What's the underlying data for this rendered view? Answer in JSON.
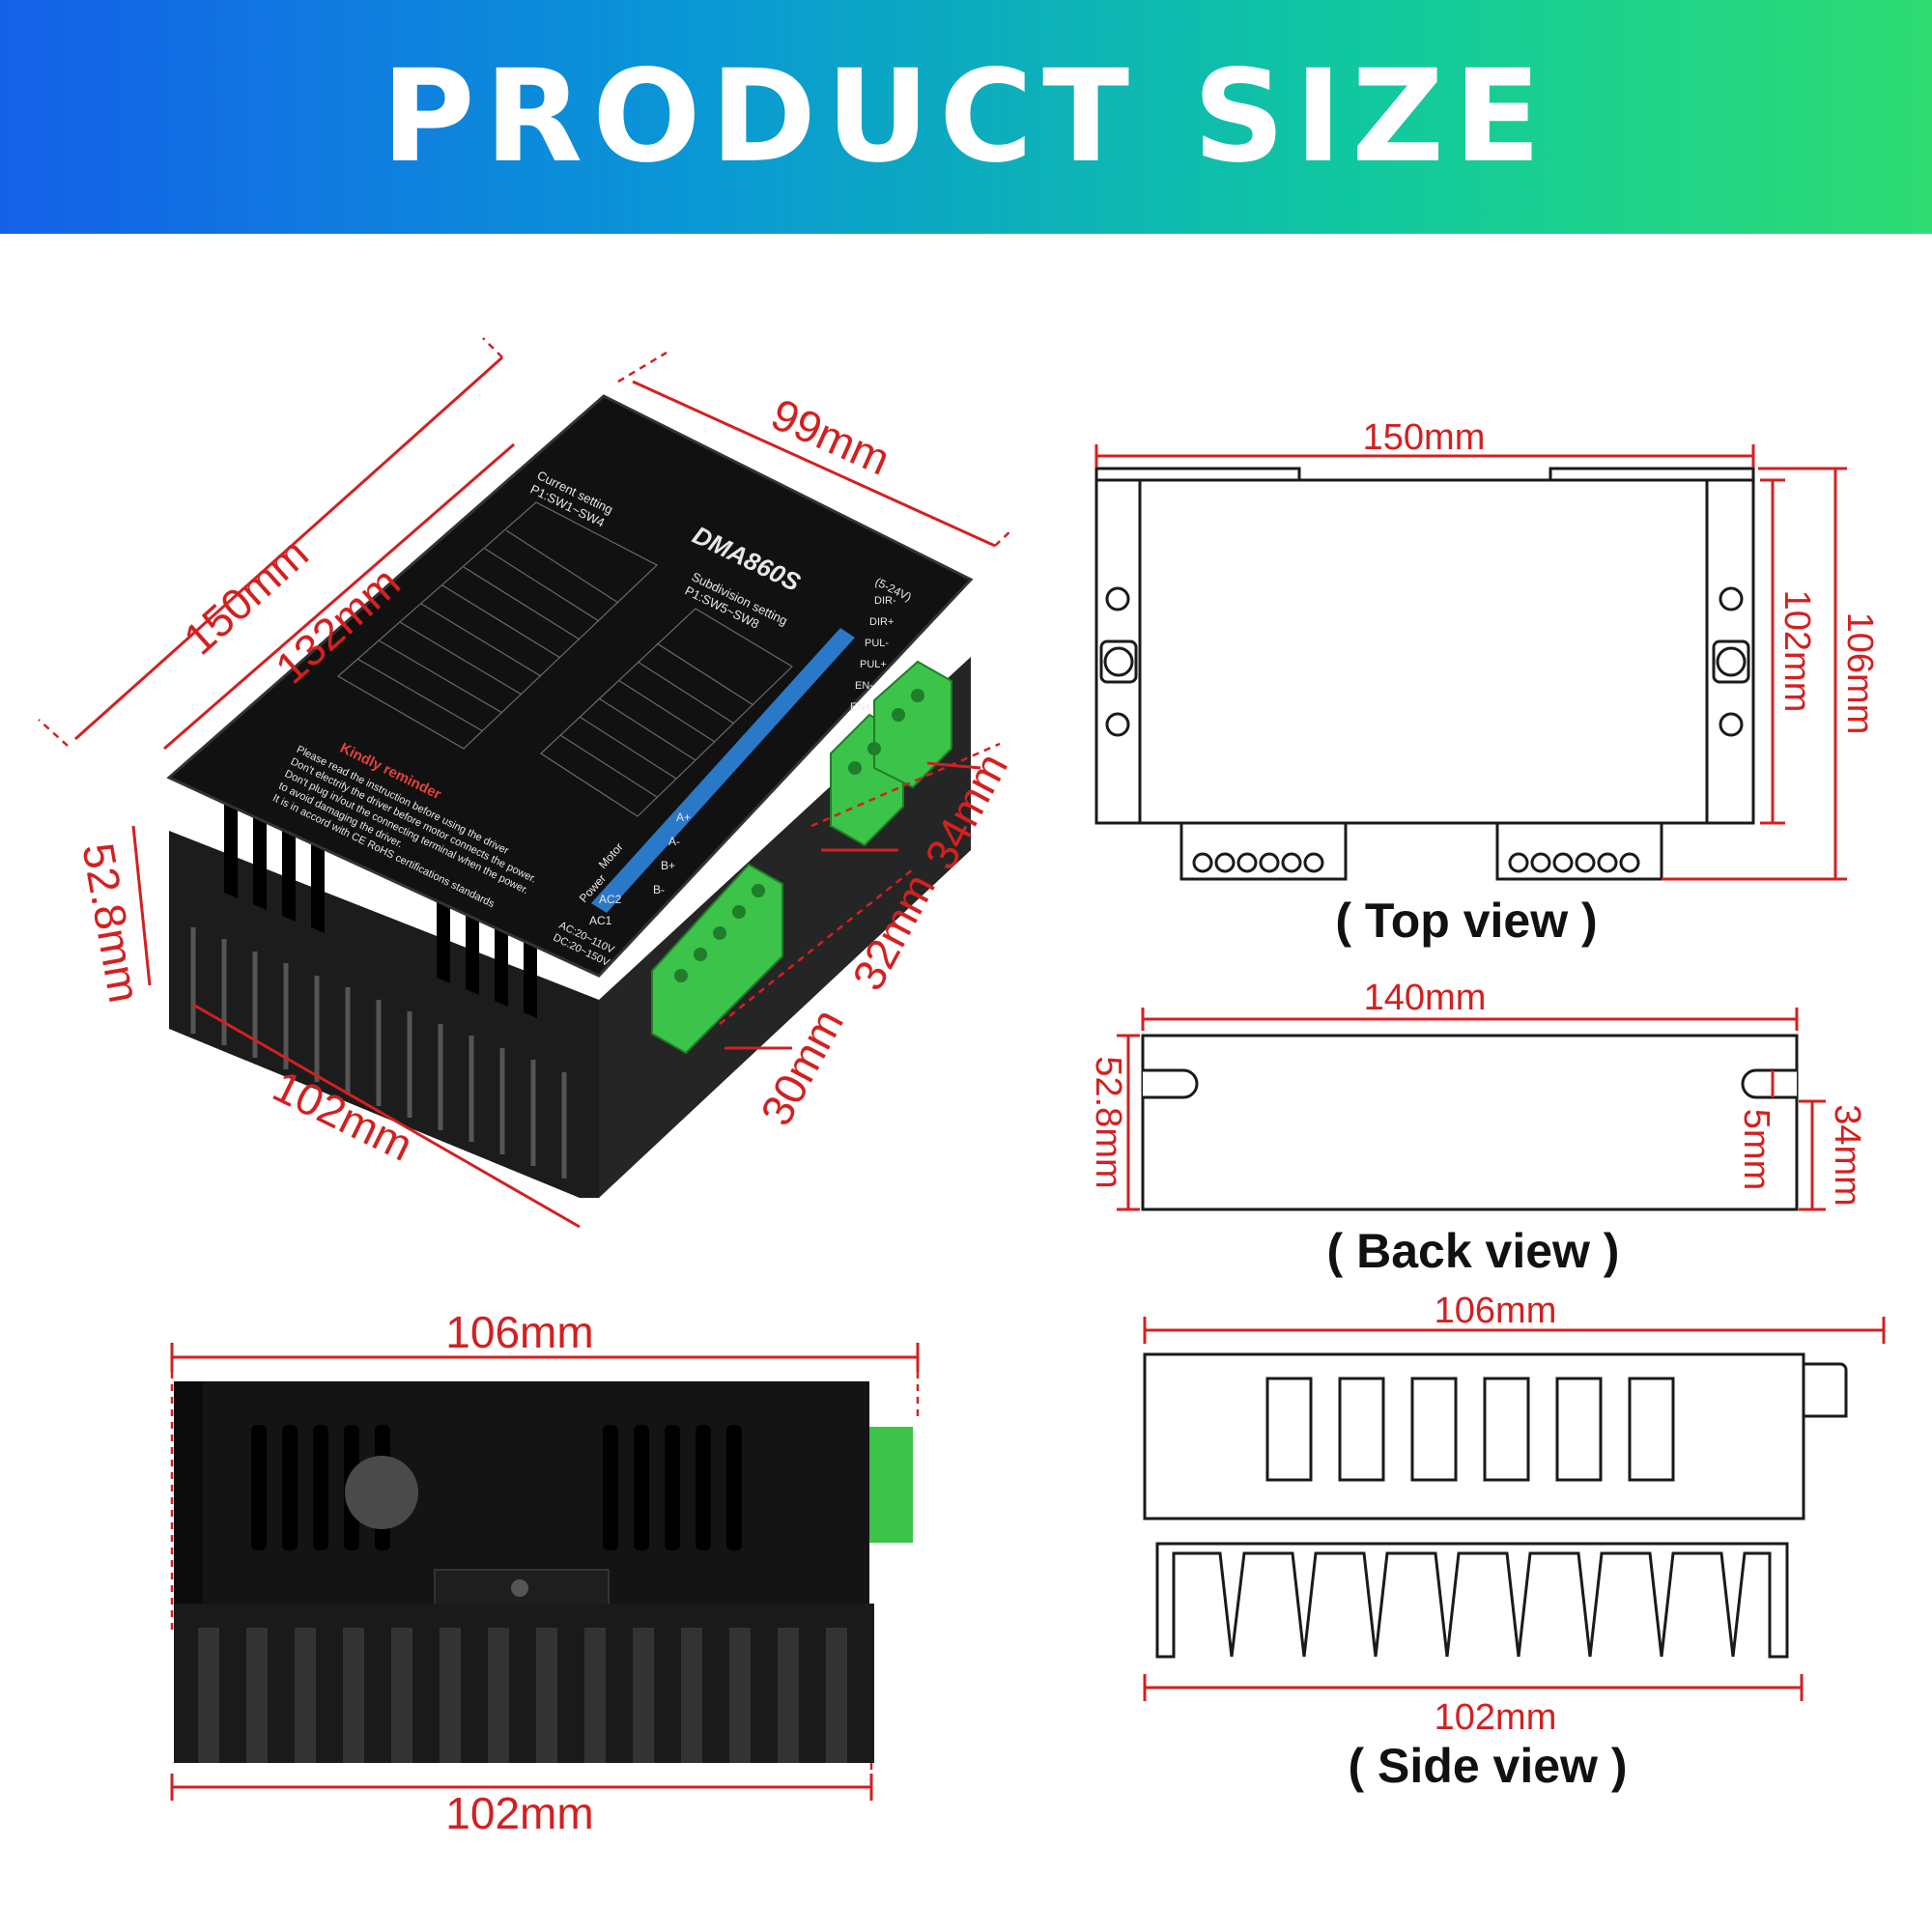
{
  "banner": {
    "title": "PRODUCT SIZE"
  },
  "device": {
    "model": "DMA860S",
    "current_setting": "Current setting",
    "current_switches": "P1:SW1~SW4",
    "subdivision_setting": "Subdivision setting",
    "subdivision_switches": "P1:SW5~SW8",
    "signal_label": "(5-24V)",
    "signal_pins": [
      "DIR-",
      "DIR+",
      "PUL-",
      "PUL+",
      "EN-",
      "EN+"
    ],
    "motor_pins": [
      "A+",
      "A-",
      "B+",
      "B-"
    ],
    "power_pins": [
      "AC2",
      "AC1"
    ],
    "power_range_ac": "AC:20~110V",
    "power_range_dc": "DC:20~150V",
    "reminder_title": "Kindly reminder",
    "reminder_lines": [
      "Please read the instruction before using the driver",
      "Don't electrify the driver before motor connects the power.",
      "Don't plug in/out the connecting terminal when the power.",
      "to avoid damaging the driver.",
      "It is in accord with CE RoHS certifications standards"
    ],
    "side_labels": {
      "motor": "Motor",
      "power": "Power"
    }
  },
  "iso_dims": {
    "length_outer": "150mm",
    "length_inner": "132mm",
    "width_top": "99mm",
    "height_left": "52.8mm",
    "depth_bottom": "102mm",
    "terminal_34": "34mm",
    "terminal_32": "32mm",
    "terminal_30": "30mm"
  },
  "photo_dims": {
    "top": "106mm",
    "bottom": "102mm"
  },
  "top_view": {
    "caption": "( Top view )",
    "width": "150mm",
    "inner_height": "102mm",
    "outer_height": "106mm"
  },
  "back_view": {
    "caption": "( Back view )",
    "width": "140mm",
    "height": "52.8mm",
    "slot": "5mm",
    "right_height": "34mm"
  },
  "side_view": {
    "caption": "( Side view )",
    "top_width": "106mm",
    "bottom_width": "102mm"
  }
}
